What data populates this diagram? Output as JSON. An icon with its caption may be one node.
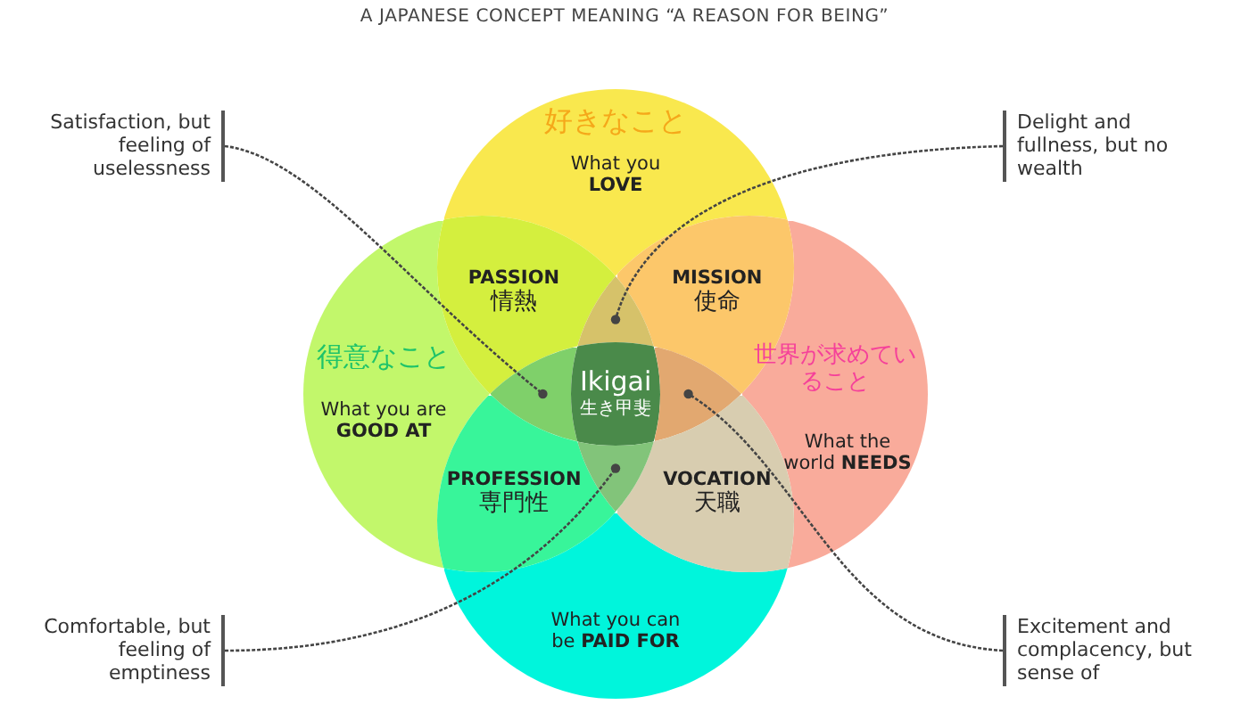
{
  "diagram": {
    "title": "A JAPANESE CONCEPT MEANING “A REASON FOR BEING”",
    "nodes": [
      {
        "text": [
          "好きなこと",
          "What you **LOVE**"
        ]
      },
      {
        "text": [
          "Satisfaction, but feeling of uselessness"
        ]
      },
      {
        "text": [
          "Delight and fullness, but no wealth"
        ]
      },
      {
        "text": [
          "PASSION",
          "情熱"
        ]
      },
      {
        "text": [
          "MISSION",
          "使命"
        ]
      },
      {
        "text": [
          "得意なこと",
          "What you are **GOOD AT**"
        ]
      },
      {
        "text": [
          "世界が求めていること",
          "What the world **NEEDS**"
        ]
      },
      {
        "text": [],
        "shape": "lens"
      },
      {
        "text": [],
        "shape": "lens"
      },
      {
        "text": [
          "Ikigai",
          "生き甲斐"
        ]
      },
      {
        "text": [],
        "shape": "lens"
      },
      {
        "text": [
          "PROFESSION",
          "専門性"
        ]
      },
      {
        "text": [
          "VOCATION",
          "天職"
        ]
      },
      {
        "text": [],
        "shape": "lens"
      },
      {
        "text": [
          "What you can be **PAID FOR**"
        ]
      },
      {
        "text": [
          "Comfortable, but feeling of emptiness"
        ]
      },
      {
        "text": [
          "Excitement and complacency, but sense of"
        ]
      }
    ],
    "edges": [
      {
        "from": 1,
        "to": 8,
        "arrow": "other"
      },
      {
        "from": 2,
        "to": 7,
        "arrow": "other"
      },
      {
        "from": 15,
        "to": 13,
        "arrow": "other"
      },
      {
        "from": 16,
        "to": 10,
        "arrow": "other"
      }
    ]
  }
}
